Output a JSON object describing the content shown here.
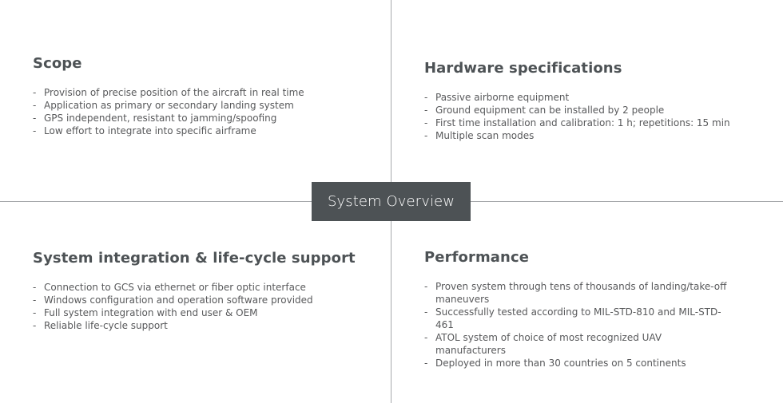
{
  "center_label": "System Overview",
  "quadrants": {
    "scope": {
      "title": "Scope",
      "items": [
        "Provision of precise position of the aircraft in real time",
        "Application as primary or secondary landing system",
        "GPS independent, resistant to jamming/spoofing",
        "Low effort to integrate into specific airframe"
      ]
    },
    "hardware": {
      "title": "Hardware specifications",
      "items": [
        "Passive airborne equipment",
        "Ground equipment can be installed by 2 people",
        "First time installation and calibration: 1 h; repetitions: 15 min",
        "Multiple scan modes"
      ]
    },
    "integration": {
      "title": "System integration & life-cycle support",
      "items": [
        "Connection to GCS via ethernet or fiber optic interface",
        "Windows configuration and operation software provided",
        "Full system integration with end user & OEM",
        "Reliable life-cycle support"
      ]
    },
    "performance": {
      "title": "Performance",
      "items": [
        "Proven system through tens of thousands of landing/take-off maneuvers",
        "Successfully tested according to MIL-STD-810 and MIL-STD-461",
        "ATOL system of choice of most recognized UAV manufacturers",
        "Deployed in more than 30 countries on 5 continents"
      ]
    }
  },
  "colors": {
    "center_box_bg": "#4d5255",
    "divider": "#a7a9ac",
    "heading": "#4d5255",
    "body_text": "#58595b"
  }
}
